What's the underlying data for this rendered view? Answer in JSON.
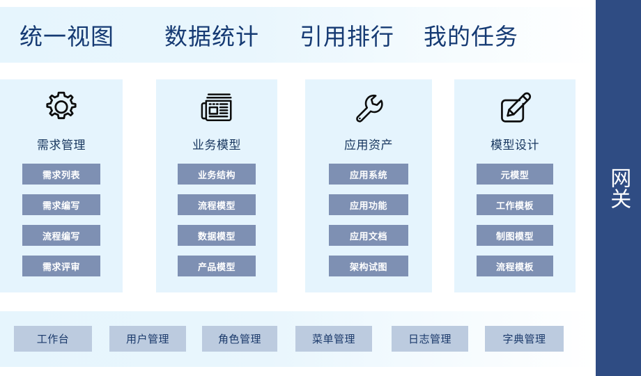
{
  "top_nav": {
    "items": [
      {
        "label": "统一视图"
      },
      {
        "label": "数据统计"
      },
      {
        "label": "引用排行"
      },
      {
        "label": "我的任务"
      }
    ]
  },
  "modules": [
    {
      "icon": "gear-icon",
      "title": "需求管理",
      "buttons": [
        {
          "label": "需求列表"
        },
        {
          "label": "需求编写"
        },
        {
          "label": "流程编写"
        },
        {
          "label": "需求评审"
        }
      ]
    },
    {
      "icon": "newspaper-icon",
      "title": "业务模型",
      "buttons": [
        {
          "label": "业务结构"
        },
        {
          "label": "流程模型"
        },
        {
          "label": "数据模型"
        },
        {
          "label": "产品模型"
        }
      ]
    },
    {
      "icon": "wrench-icon",
      "title": "应用资产",
      "buttons": [
        {
          "label": "应用系统"
        },
        {
          "label": "应用功能"
        },
        {
          "label": "应用文档"
        },
        {
          "label": "架构试图"
        }
      ]
    },
    {
      "icon": "edit-pencil-icon",
      "title": "模型设计",
      "buttons": [
        {
          "label": "元模型"
        },
        {
          "label": "工作模板"
        },
        {
          "label": "制图模型"
        },
        {
          "label": "流程模板"
        }
      ]
    }
  ],
  "admin_bar": {
    "items": [
      {
        "label": "工作台"
      },
      {
        "label": "用户管理"
      },
      {
        "label": "角色管理"
      },
      {
        "label": "菜单管理"
      },
      {
        "label": "日志管理"
      },
      {
        "label": "字典管理"
      }
    ]
  },
  "gateway": {
    "label": "网关"
  },
  "colors": {
    "rail_navy": "#2f4c83",
    "band_light_blue": "#e6f5fd",
    "card_bg": "#e5f4fd",
    "module_button": "#7e90b3",
    "admin_button": "#bccbdf",
    "heading_navy": "#153a73"
  }
}
